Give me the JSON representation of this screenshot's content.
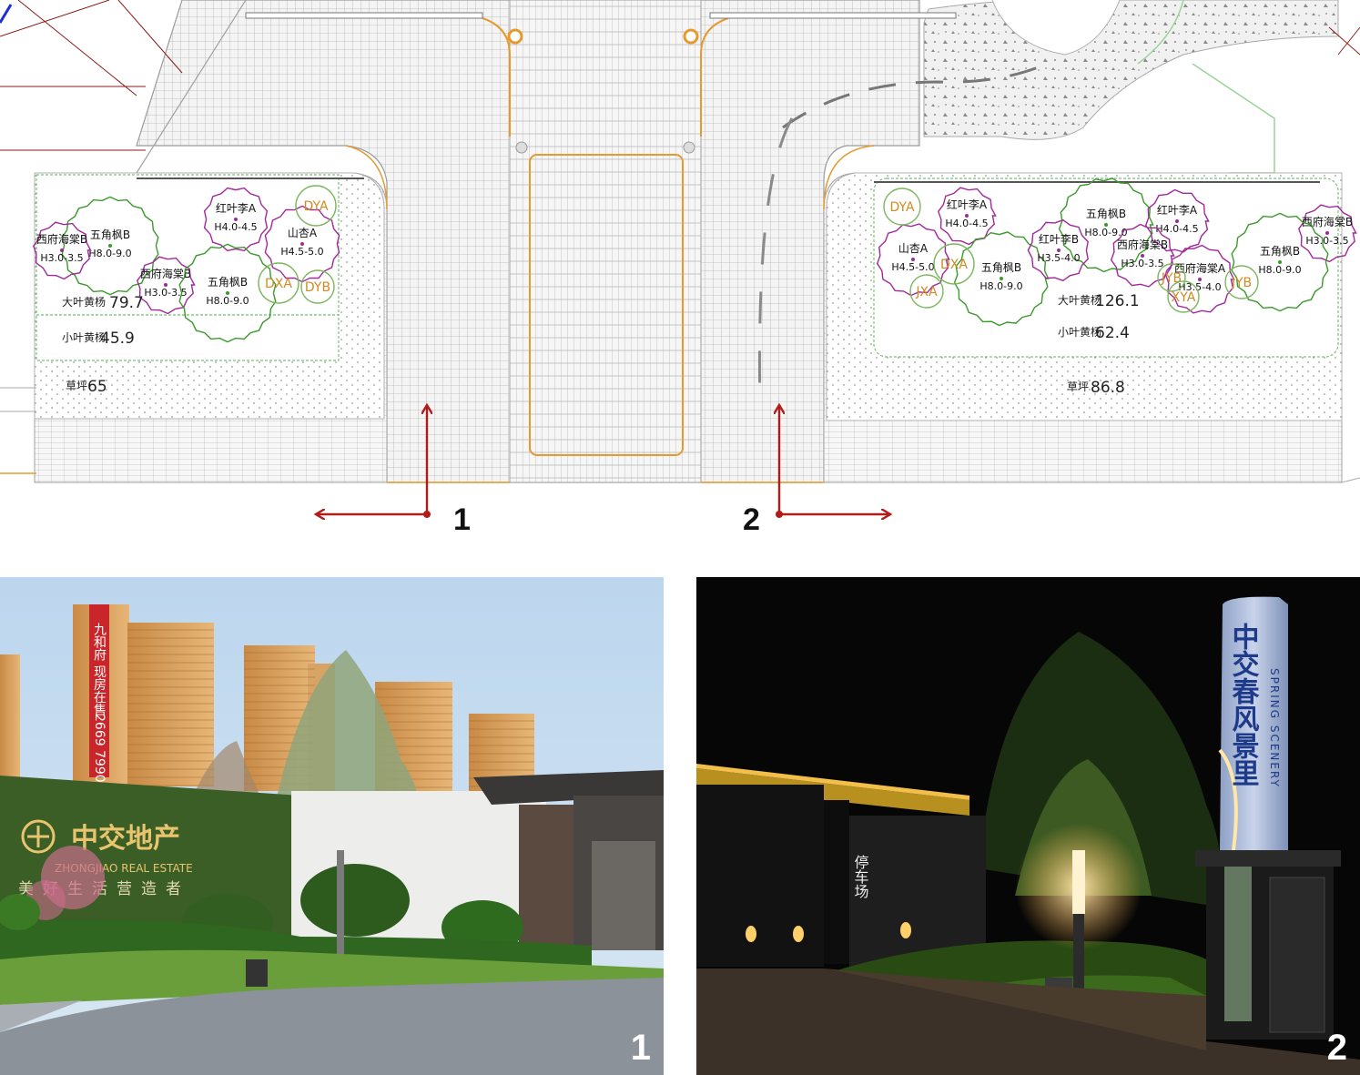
{
  "colors": {
    "tree_green": "#3a9a2a",
    "tree_purple": "#a1289b",
    "shrub_orange": "#d08a20",
    "callout_red": "#b01c1c",
    "path_orange": "#e69a2e",
    "plan_gray": "#9a9a9a"
  },
  "plan": {
    "callouts": [
      {
        "label": "1"
      },
      {
        "label": "2"
      }
    ],
    "left_bed": {
      "trees": [
        {
          "code": "五角枫B",
          "spec": "H8.0-9.0"
        },
        {
          "code": "红叶李A",
          "spec": "H4.0-4.5"
        },
        {
          "code": "海棠B",
          "spec": "H3.0-3.5",
          "prefix": "西府"
        },
        {
          "code": "山杏A",
          "spec": "H4.5-5.0"
        },
        {
          "code": "海棠B",
          "spec": "H3.0-3.5",
          "prefix": "西府"
        },
        {
          "code": "五角枫B",
          "spec": "H8.0-9.0"
        }
      ],
      "shrubs": [
        "DYA",
        "DXA",
        "DYB"
      ],
      "areas": [
        {
          "name": "大叶黄杨",
          "value": "79.7"
        },
        {
          "name": "小叶黄杨",
          "value": "45.9"
        },
        {
          "name": "草坪",
          "value": "65"
        }
      ]
    },
    "right_bed": {
      "trees": [
        {
          "code": "红叶李A",
          "spec": "H4.0-4.5"
        },
        {
          "code": "五角枫B",
          "spec": "H8.0-9.0"
        },
        {
          "code": "红叶李A",
          "spec": "H4.0-4.5"
        },
        {
          "code": "海棠B",
          "spec": "H3.0-3.5",
          "prefix": "西府"
        },
        {
          "code": "山杏A",
          "spec": "H4.5-5.0"
        },
        {
          "code": "五角枫B",
          "spec": "H8.0-9.0"
        },
        {
          "code": "红叶李B",
          "spec": "H3.5-4.0"
        },
        {
          "code": "海棠B",
          "spec": "H3.0-3.5",
          "prefix": "西府"
        },
        {
          "code": "海棠A",
          "spec": "H3.5-4.0",
          "prefix": "西府"
        },
        {
          "code": "五角枫B",
          "spec": "H8.0-9.0"
        }
      ],
      "shrubs": [
        "DYA",
        "DXA",
        "JXA",
        "JYB",
        "XYA",
        "JYB"
      ],
      "areas": [
        {
          "name": "大叶黄杨",
          "value": "126.1"
        },
        {
          "name": "小叶黄杨",
          "value": "62.4"
        },
        {
          "name": "草坪",
          "value": "86.8"
        }
      ]
    }
  },
  "photos": [
    {
      "number": "1",
      "sign_brand": "中交地产",
      "sign_english": "ZHONGJIAO REAL ESTATE",
      "sign_slogan": "美好生活营造者",
      "banner_text": "九和府 现房在售",
      "banner_phone": "2669 7990"
    },
    {
      "number": "2",
      "pylon_cn": "中交春风景里",
      "pylon_en": "SPRING SCENERY",
      "wall_text": "停车场"
    }
  ]
}
